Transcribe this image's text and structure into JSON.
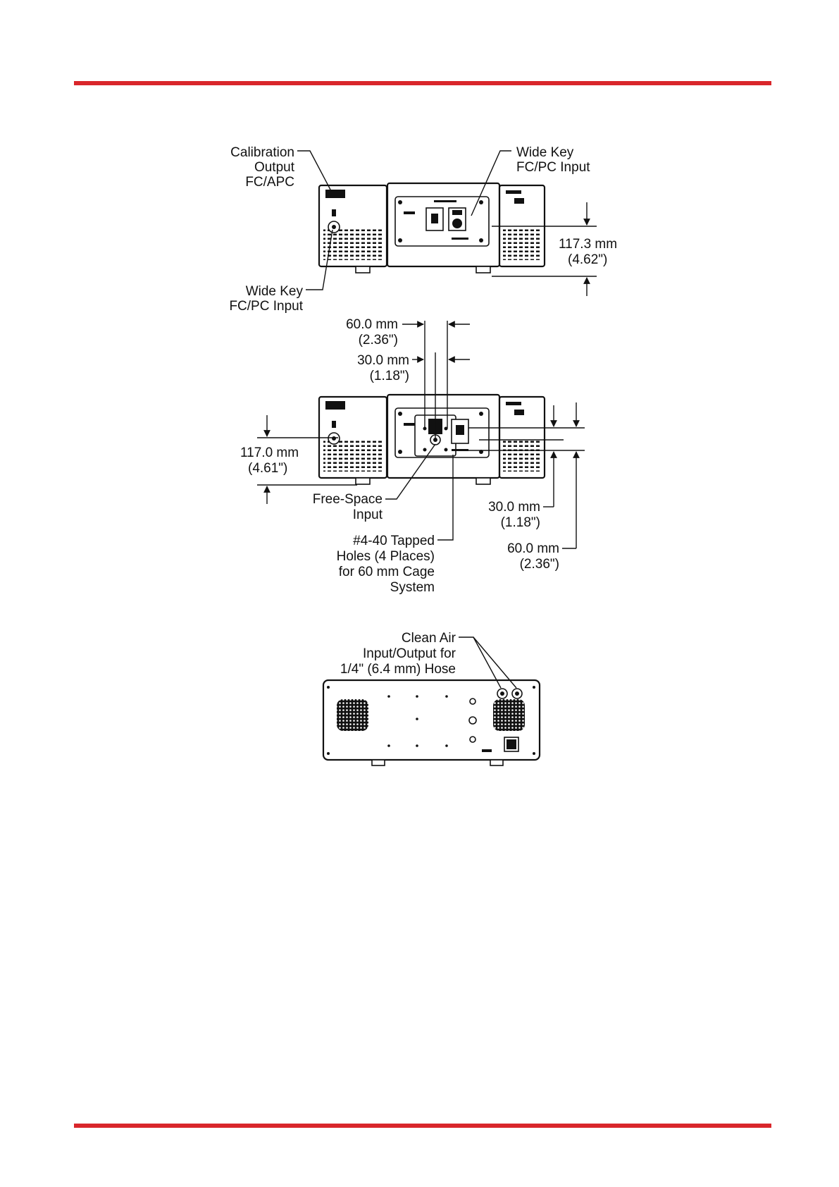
{
  "colors": {
    "accent_rule": "#d9262b",
    "line": "#111111"
  },
  "front_view": {
    "label_calibration": [
      "Calibration",
      "Output",
      "FC/APC"
    ],
    "label_wide_key_top": [
      "Wide Key",
      "FC/PC Input"
    ],
    "label_wide_key_left": [
      "Wide Key",
      "FC/PC Input"
    ],
    "dim_height": [
      "117.3 mm",
      "(4.62\")"
    ]
  },
  "free_space_view": {
    "dim_60_top": [
      "60.0 mm",
      "(2.36\")"
    ],
    "dim_30_top": [
      "30.0 mm",
      "(1.18\")"
    ],
    "dim_height": [
      "117.0 mm",
      "(4.61\")"
    ],
    "label_free_space": [
      "Free-Space",
      "Input"
    ],
    "label_tapped": [
      "#4-40 Tapped",
      "Holes (4 Places)",
      "for 60 mm Cage",
      "System"
    ],
    "dim_30_right": [
      "30.0 mm",
      "(1.18\")"
    ],
    "dim_60_right": [
      "60.0 mm",
      "(2.36\")"
    ]
  },
  "rear_view": {
    "label_clean_air": [
      "Clean Air",
      "Input/Output for",
      "1/4\" (6.4 mm) Hose"
    ]
  }
}
